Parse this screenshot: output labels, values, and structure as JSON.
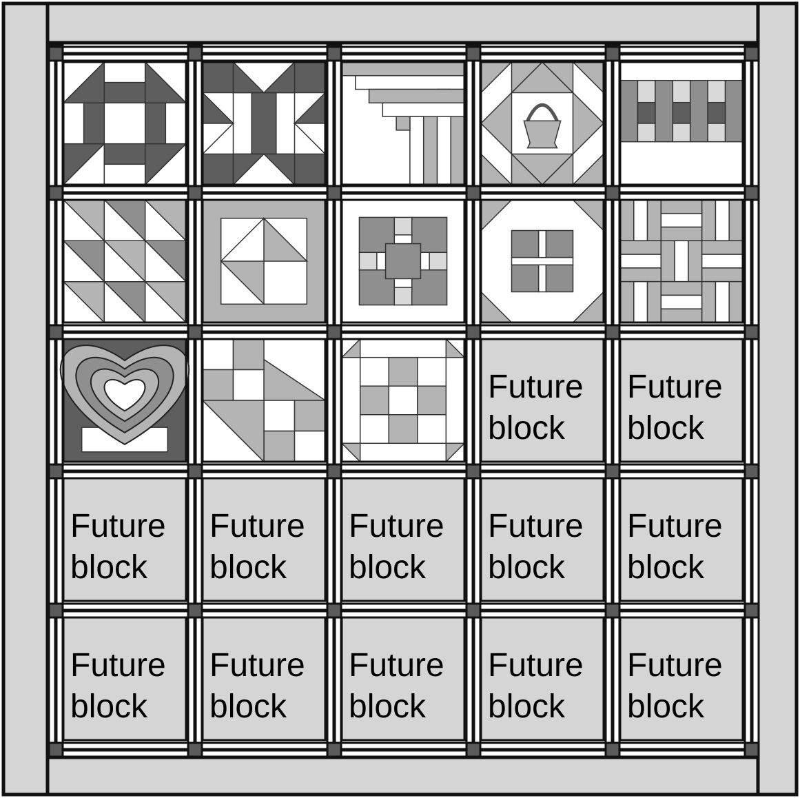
{
  "quilt": {
    "colors": {
      "outline": "#111111",
      "border": "#d5d5d5",
      "sashing": "#ffffff",
      "cornerstone": "#5b5b5b",
      "dark": "#5e5e5e",
      "medium": "#8f8f8f",
      "light": "#b4b4b4",
      "pale": "#d9d9d9",
      "white": "#ffffff",
      "future_fill": "#d5d5d5"
    },
    "rows": 5,
    "columns": 5,
    "completed_blocks": [
      {
        "id": "churn-dash",
        "pattern": "churn-dash"
      },
      {
        "id": "star-block",
        "pattern": "star"
      },
      {
        "id": "log-cabin",
        "pattern": "log-cabin"
      },
      {
        "id": "basket-block",
        "pattern": "basket"
      },
      {
        "id": "fence-block",
        "pattern": "fence"
      },
      {
        "id": "diagonal-triangles",
        "pattern": "diagonal-triangles"
      },
      {
        "id": "framed-triangles",
        "pattern": "framed-triangles"
      },
      {
        "id": "nine-patch-star",
        "pattern": "nine-patch"
      },
      {
        "id": "snowball-cross",
        "pattern": "snowball-cross"
      },
      {
        "id": "basket-weave",
        "pattern": "basket-weave"
      },
      {
        "id": "heart-block",
        "pattern": "heart"
      },
      {
        "id": "triangle-patch",
        "pattern": "triangle-patch"
      },
      {
        "id": "checker-star",
        "pattern": "checker-star"
      }
    ],
    "future_block_count": 12,
    "future_label_line1": "Future",
    "future_label_line2": "block"
  }
}
